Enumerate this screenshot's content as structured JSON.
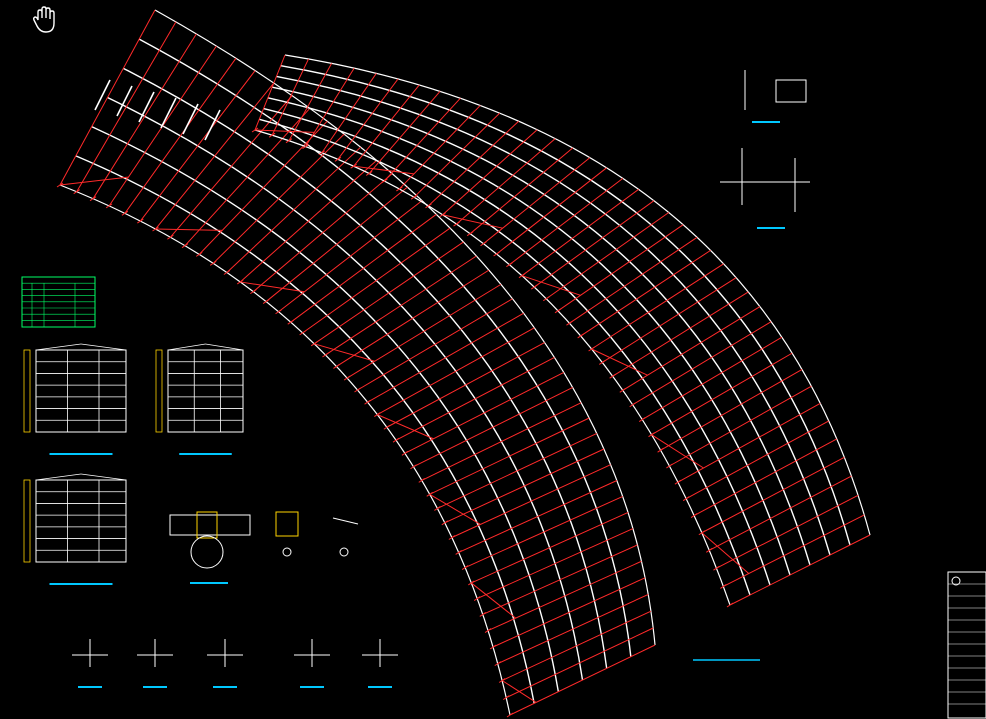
{
  "app": {
    "cursor_icon": "hand-pan-icon"
  },
  "drawing": {
    "background": "#000000",
    "colors": {
      "rafter": "#ff2a2a",
      "purlin": "#ffffff",
      "annotation": "#00ff66",
      "title_bar": "#00c8ff",
      "detail_line": "#ffffff"
    },
    "structure": {
      "description_keys": [
        "left-arch-roof",
        "right-arch-roof"
      ],
      "left_arch_purlin_rows": 6,
      "right_arch_purlin_rows": 7
    },
    "sheets": {
      "title_block": {
        "label": ""
      }
    }
  }
}
